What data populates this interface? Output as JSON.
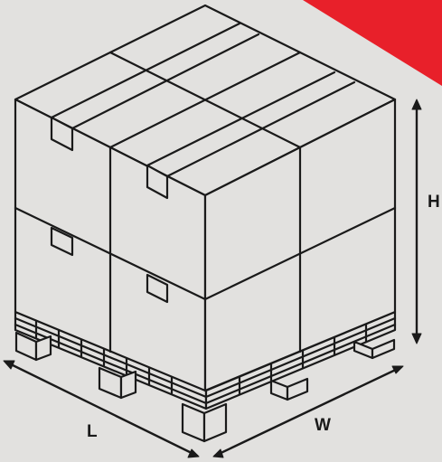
{
  "diagram": {
    "labels": {
      "length": "L",
      "width": "W",
      "height": "H"
    },
    "colors": {
      "background": "#e2e1df",
      "stroke": "#1a1a1a",
      "box_fill": "#e2e1df",
      "accent": "#e8202a"
    }
  }
}
